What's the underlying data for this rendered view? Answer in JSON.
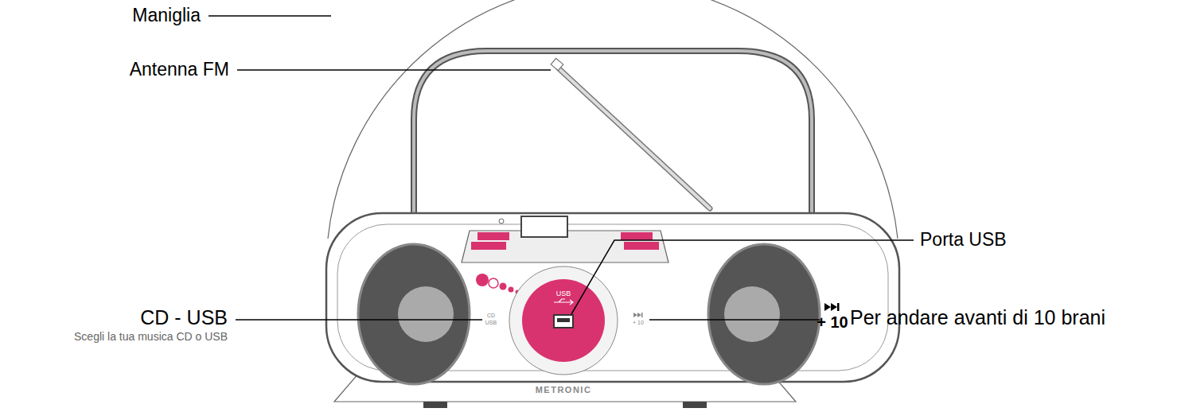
{
  "diagram": {
    "labels": [
      "Maniglia",
      "Antenna FM",
      "Porta USB",
      "CD - USB",
      "Scegli la tua musica CD o USB",
      "+ 10",
      "Per andare avanti di 10 brani",
      "USB",
      "CD",
      "USB",
      "+ 10",
      "METRONIC"
    ]
  }
}
